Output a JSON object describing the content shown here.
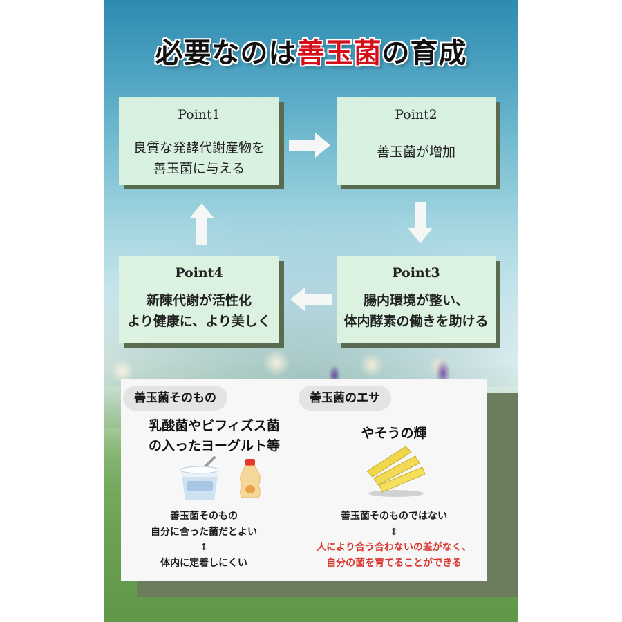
{
  "title": {
    "part1": "必要なのは",
    "highlight": "善玉菌",
    "part2": "の育成",
    "highlight_color": "#d40f1a"
  },
  "cycle": {
    "points": [
      {
        "title": "Point1",
        "body": "良質な発酵代謝産物を\n善玉菌に与える"
      },
      {
        "title": "Point2",
        "body": "善玉菌が増加"
      },
      {
        "title": "Point3",
        "body": "腸内環境が整い、\n体内酵素の働きを助ける"
      },
      {
        "title": "Point4",
        "body": "新陳代謝が活性化\nより健康に、より美しく"
      }
    ],
    "card_color": "#ddf3e0",
    "shadow_color": "#5b6b4f"
  },
  "comparison": {
    "left": {
      "tag": "善玉菌そのもの",
      "heading": "乳酸菌やビフィズス菌\nの入ったヨーグルト等",
      "icons": [
        "yogurt-cup-icon",
        "yogurt-drink-bottle-icon"
      ],
      "line1": "善玉菌そのもの",
      "line2": "自分に合った菌だとよい",
      "arrow": "↕",
      "line3": "体内に定着しにくい"
    },
    "right": {
      "tag": "善玉菌のエサ",
      "heading": "やそうの輝",
      "icons": [
        "stick-pack-icon"
      ],
      "line1": "善玉菌そのものではない",
      "arrow": "↕",
      "line2": "人により合う合わないの差がなく、",
      "line3": "自分の菌を育てることができる",
      "accent_color": "#d8362e"
    }
  }
}
